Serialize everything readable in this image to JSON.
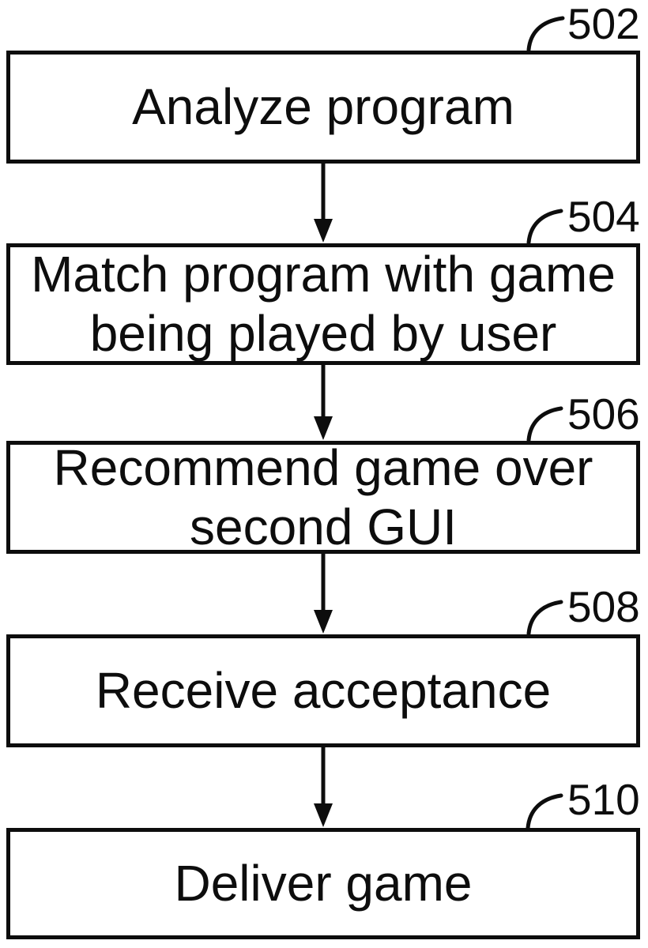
{
  "figure": {
    "kind": "flowchart",
    "ink_color": "#0d0d0d",
    "background_color": "#ffffff"
  },
  "steps": [
    {
      "ref": "502",
      "text": "Analyze program",
      "lines": [
        "Analyze program"
      ]
    },
    {
      "ref": "504",
      "text": "Match program with game being played by user",
      "lines": [
        "Match program with game",
        "being played by user"
      ]
    },
    {
      "ref": "506",
      "text": "Recommend game over second GUI",
      "lines": [
        "Recommend game over",
        "second GUI"
      ]
    },
    {
      "ref": "508",
      "text": "Receive acceptance",
      "lines": [
        "Receive acceptance"
      ]
    },
    {
      "ref": "510",
      "text": "Deliver game",
      "lines": [
        "Deliver game"
      ]
    }
  ]
}
